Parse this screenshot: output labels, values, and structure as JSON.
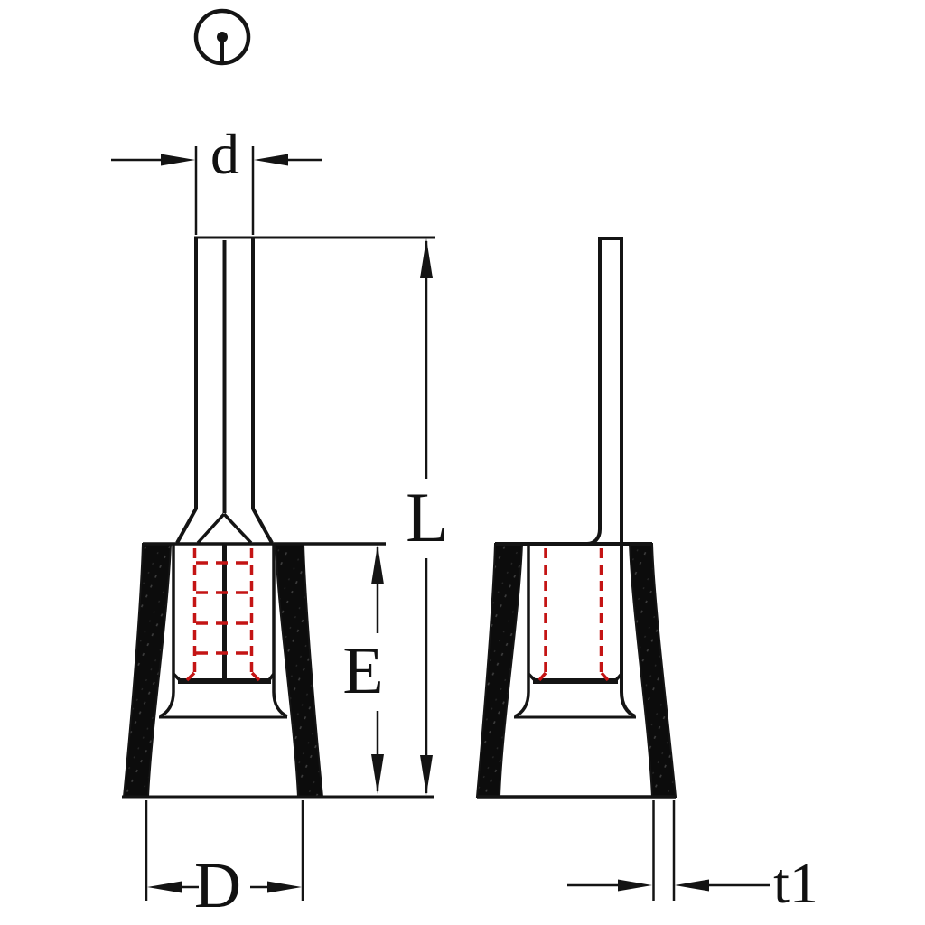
{
  "figure": {
    "kind": "terminal-crimp-technical-drawing",
    "views": [
      "front-view",
      "side-view"
    ]
  },
  "icons": {
    "top_symbol": "wire-end-view-icon"
  },
  "dimension_labels": {
    "d": "d",
    "L": "L",
    "E": "E",
    "D": "D",
    "t1": "t1"
  },
  "colors": {
    "line": "#141414",
    "hidden_line_red": "#c41414",
    "sleeve_fill": "#0c0c0c",
    "background": "#ffffff"
  }
}
